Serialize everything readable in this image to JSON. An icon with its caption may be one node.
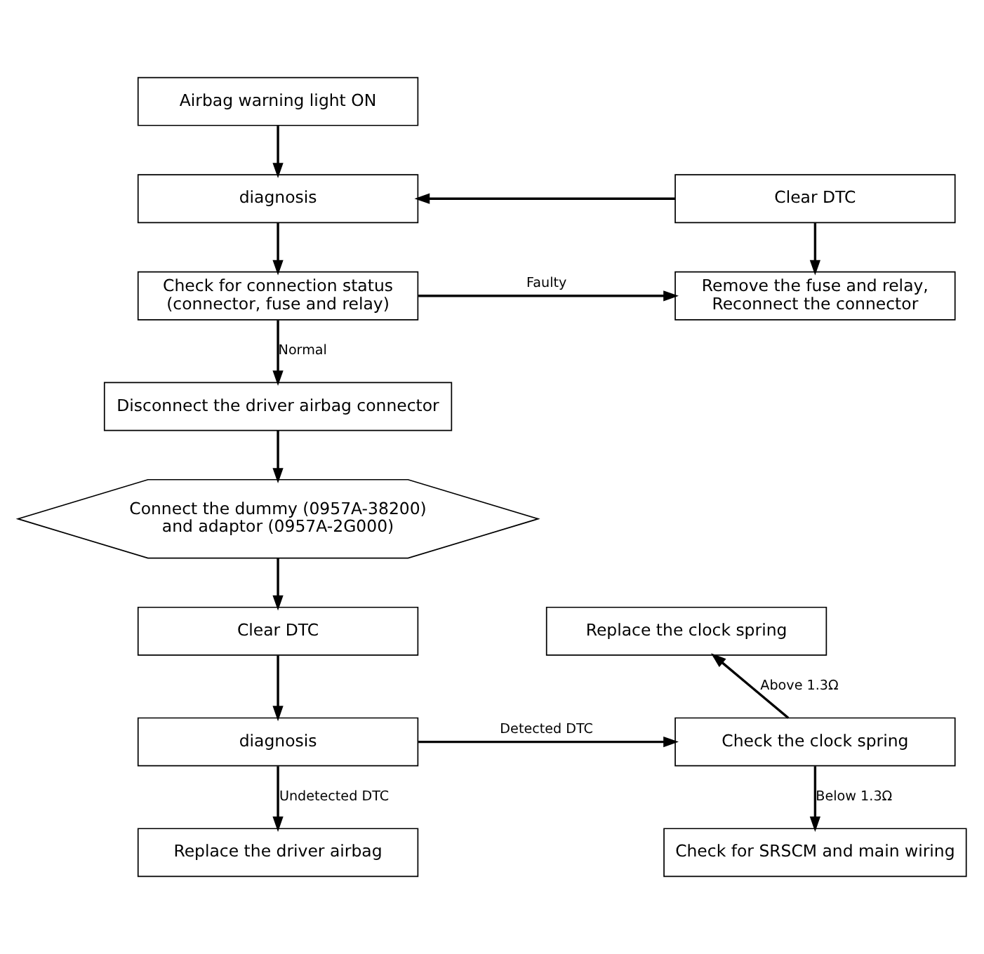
{
  "diagram": {
    "nodes": [
      {
        "text": [
          "Airbag warning light ON"
        ]
      },
      {
        "text": [
          "diagnosis"
        ]
      },
      {
        "text": [
          "Clear DTC"
        ]
      },
      {
        "text": [
          "Check for connection status (connector, fuse and relay)"
        ]
      },
      {
        "text": [
          "Remove the fuse and relay, Reconnect the connector"
        ]
      },
      {
        "text": [
          "Disconnect the driver airbag connector"
        ]
      },
      {
        "text": [
          "Connect the dummy (0957A-38200) and adaptor (0957A-2G000)"
        ]
      },
      {
        "text": [
          "Clear DTC"
        ]
      },
      {
        "text": [
          "Replace the clock spring"
        ]
      },
      {
        "text": [
          "diagnosis"
        ]
      },
      {
        "text": [
          "Check the clock spring"
        ]
      },
      {
        "text": [
          "Replace the driver airbag"
        ]
      },
      {
        "text": [
          "Check for SRSCM and main wiring"
        ]
      }
    ],
    "edges": [
      {
        "from": 0,
        "to": 1,
        "arrow": "to"
      },
      {
        "from": 2,
        "to": 1,
        "arrow": "to"
      },
      {
        "from": 1,
        "to": 3,
        "arrow": "to"
      },
      {
        "from": 2,
        "to": 4,
        "arrow": "to"
      },
      {
        "from": 3,
        "to": 4,
        "arrow": "to",
        "label": "Faulty"
      },
      {
        "from": 3,
        "to": 5,
        "arrow": "to",
        "label": "Normal"
      },
      {
        "from": 5,
        "to": 6,
        "arrow": "to"
      },
      {
        "from": 6,
        "to": 7,
        "arrow": "to"
      },
      {
        "from": 7,
        "to": 9,
        "arrow": "to"
      },
      {
        "from": 9,
        "to": 10,
        "arrow": "to",
        "label": "Detected DTC"
      },
      {
        "from": 10,
        "to": 8,
        "arrow": "to",
        "label": "Above 1.3Ω"
      },
      {
        "from": 9,
        "to": 11,
        "arrow": "to",
        "label": "Undetected DTC"
      },
      {
        "from": 10,
        "to": 12,
        "arrow": "to",
        "label": "Below 1.3Ω"
      }
    ]
  }
}
